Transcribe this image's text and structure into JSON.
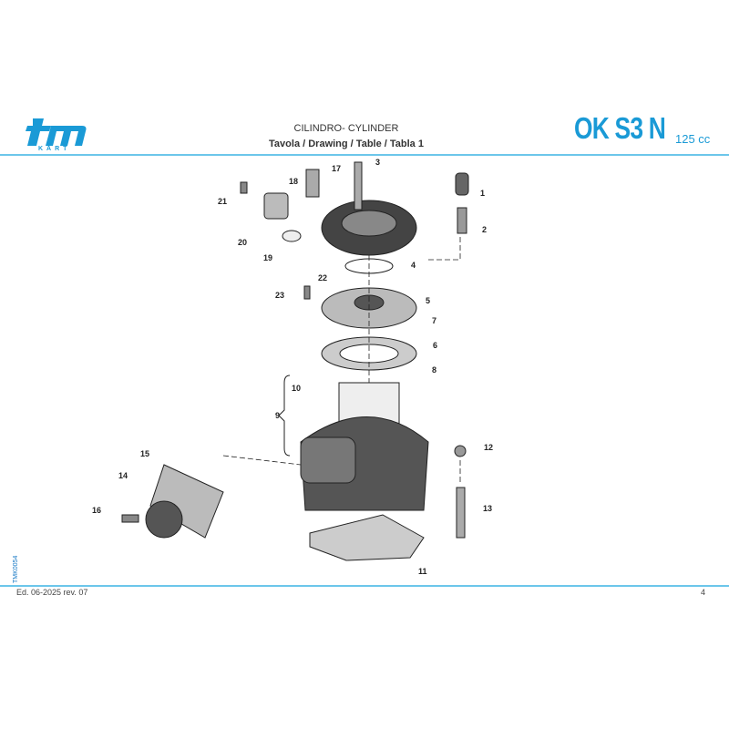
{
  "header": {
    "brand": "tm",
    "brand_sub": "KART",
    "section_title": "CILINDRO- CYLINDER",
    "table_title": "Tavola / Drawing / Table  / Tabla 1",
    "model": "OK S3 N",
    "displacement": "125 cc"
  },
  "drawing_code": "TMK0054",
  "callouts": [
    "1",
    "2",
    "3",
    "4",
    "5",
    "6",
    "7",
    "8",
    "9",
    "10",
    "11",
    "12",
    "13",
    "14",
    "15",
    "16",
    "17",
    "18",
    "19",
    "20",
    "21",
    "22",
    "23"
  ],
  "footer": {
    "edition": "Ed. 06-2025  rev. 07",
    "page_number": "4"
  },
  "colors": {
    "brand": "#1a9ad6",
    "rule": "#6cc6ea"
  }
}
